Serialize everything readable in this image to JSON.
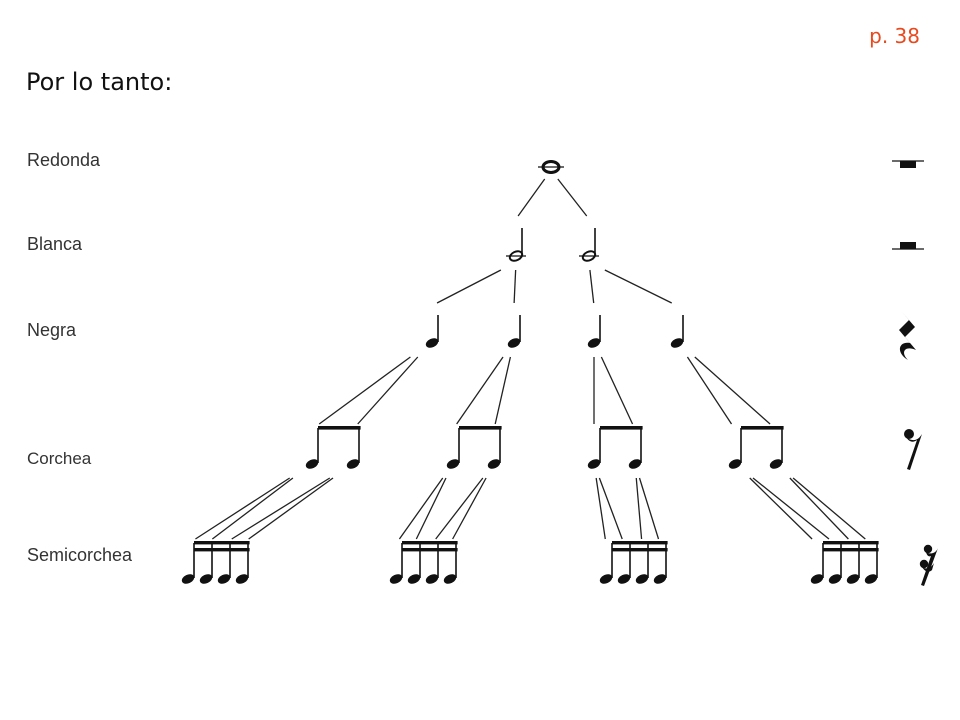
{
  "page": {
    "number": "p. 38",
    "number_color": "#e8491d"
  },
  "title": "Por lo tanto:",
  "levels": [
    {
      "label": "Redonda",
      "notes": 1,
      "rest": "whole-rest-icon"
    },
    {
      "label": "Blanca",
      "notes": 2,
      "rest": "half-rest-icon"
    },
    {
      "label": "Negra",
      "notes": 4,
      "rest": "quarter-rest-icon"
    },
    {
      "label": "Corchea",
      "notes": 8,
      "rest": "eighth-rest-icon"
    },
    {
      "label": "Semicorchea",
      "notes": 16,
      "rest": "sixteenth-rest-icon"
    }
  ]
}
